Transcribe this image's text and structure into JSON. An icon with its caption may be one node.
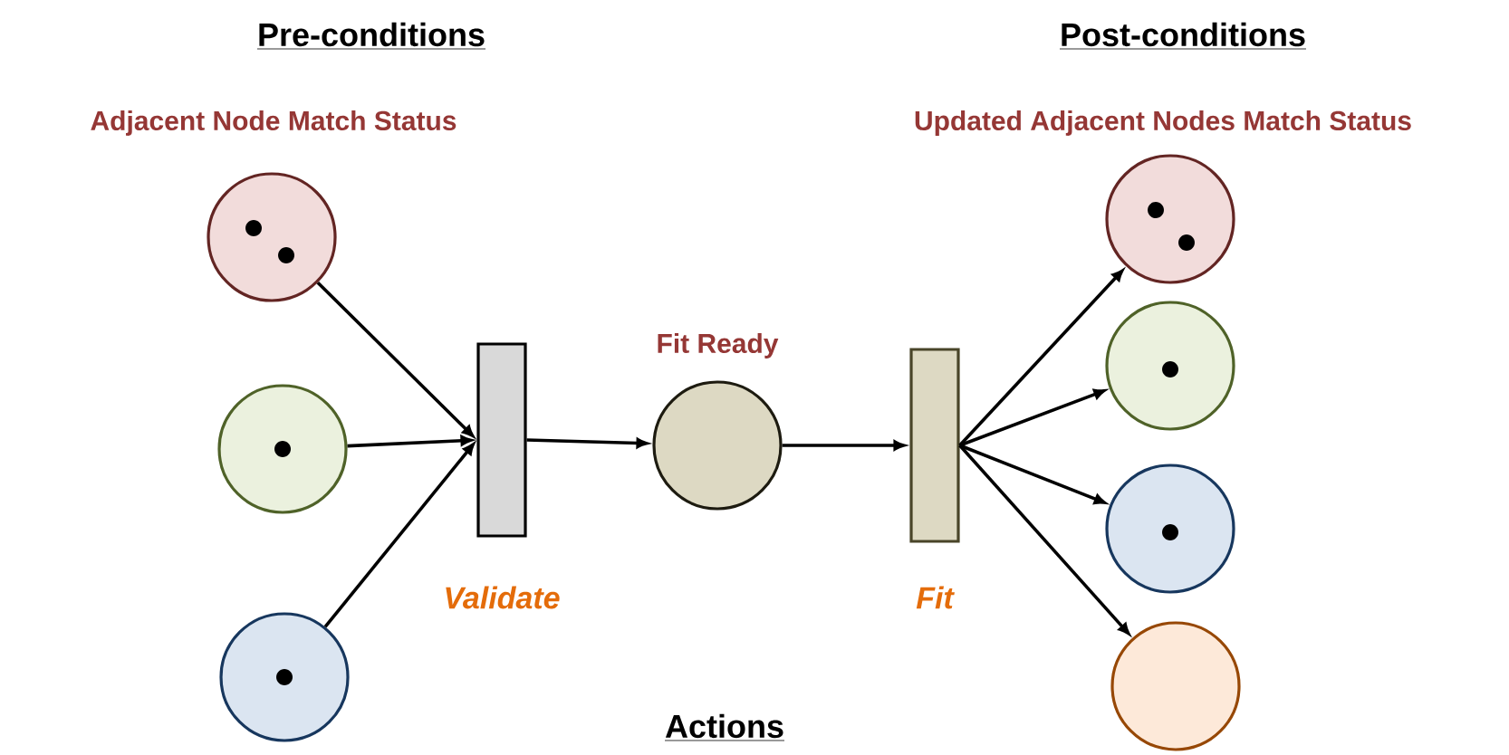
{
  "diagram": {
    "nodes": [
      {
        "text": [],
        "shape": "circle"
      },
      {
        "text": [],
        "shape": "circle"
      },
      {
        "text": [],
        "shape": "circle"
      },
      {
        "text": [],
        "shape": "bar",
        "beside": [
          "Validate"
        ]
      },
      {
        "text": [],
        "shape": "circle",
        "beside": [
          "Fit Ready"
        ]
      },
      {
        "text": [],
        "shape": "bar",
        "beside": [
          "Fit"
        ]
      },
      {
        "text": [],
        "shape": "circle"
      },
      {
        "text": [],
        "shape": "circle"
      },
      {
        "text": [],
        "shape": "circle"
      },
      {
        "text": [],
        "shape": "circle"
      }
    ],
    "edges": [
      {
        "from": 0,
        "to": 3,
        "arrow": "to"
      },
      {
        "from": 1,
        "to": 3,
        "arrow": "to"
      },
      {
        "from": 2,
        "to": 3,
        "arrow": "to"
      },
      {
        "from": 3,
        "to": 4,
        "arrow": "to"
      },
      {
        "from": 4,
        "to": 5,
        "arrow": "to"
      },
      {
        "from": 5,
        "to": 6,
        "arrow": "to"
      },
      {
        "from": 5,
        "to": 7,
        "arrow": "to"
      },
      {
        "from": 5,
        "to": 8,
        "arrow": "to"
      },
      {
        "from": 5,
        "to": 9,
        "arrow": "to"
      }
    ],
    "labels": [
      "Pre-conditions",
      "Post-conditions",
      "Adjacent Node Match Status",
      "Updated Adjacent Nodes Match Status",
      "Actions"
    ]
  }
}
